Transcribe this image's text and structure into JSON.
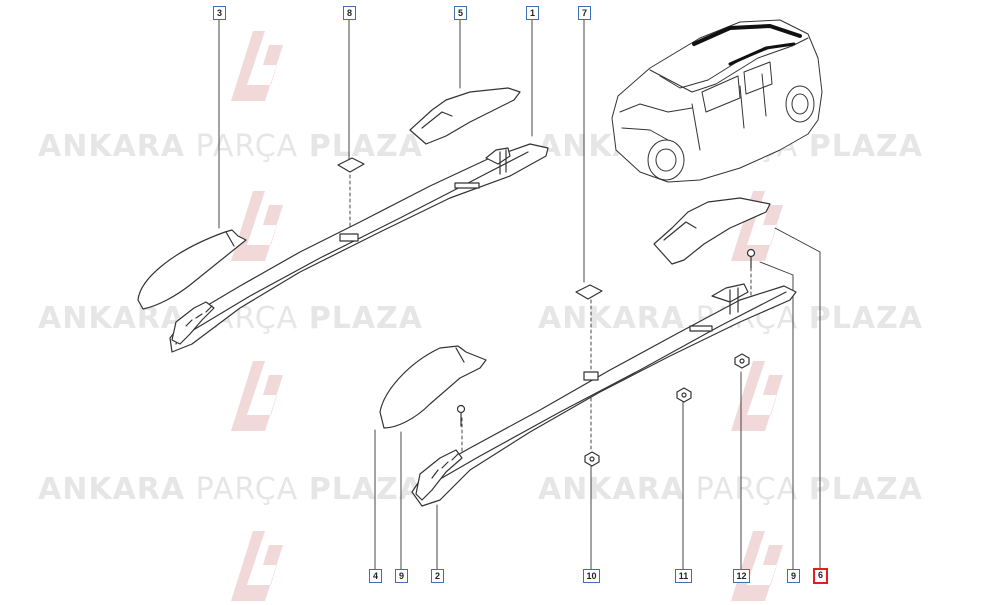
{
  "watermark": {
    "brand_1": "ANKARA",
    "brand_2": "PARÇA",
    "brand_3": "PLAZA",
    "color": "#c9c9c9",
    "logo_color": "#e6b4b4"
  },
  "callouts": [
    {
      "label": "3",
      "highlight": false
    },
    {
      "label": "8",
      "highlight": false
    },
    {
      "label": "5",
      "highlight": false
    },
    {
      "label": "1",
      "highlight": false
    },
    {
      "label": "7",
      "highlight": false
    },
    {
      "label": "4",
      "highlight": false
    },
    {
      "label": "9",
      "highlight": false
    },
    {
      "label": "2",
      "highlight": false
    },
    {
      "label": "10",
      "highlight": false
    },
    {
      "label": "11",
      "highlight": false
    },
    {
      "label": "12",
      "highlight": false
    },
    {
      "label": "9",
      "highlight": false
    },
    {
      "label": "6",
      "highlight": true
    }
  ],
  "colors": {
    "callout_border": "#3c6fb4",
    "highlight_border": "#e0201c",
    "line": "#333333"
  }
}
